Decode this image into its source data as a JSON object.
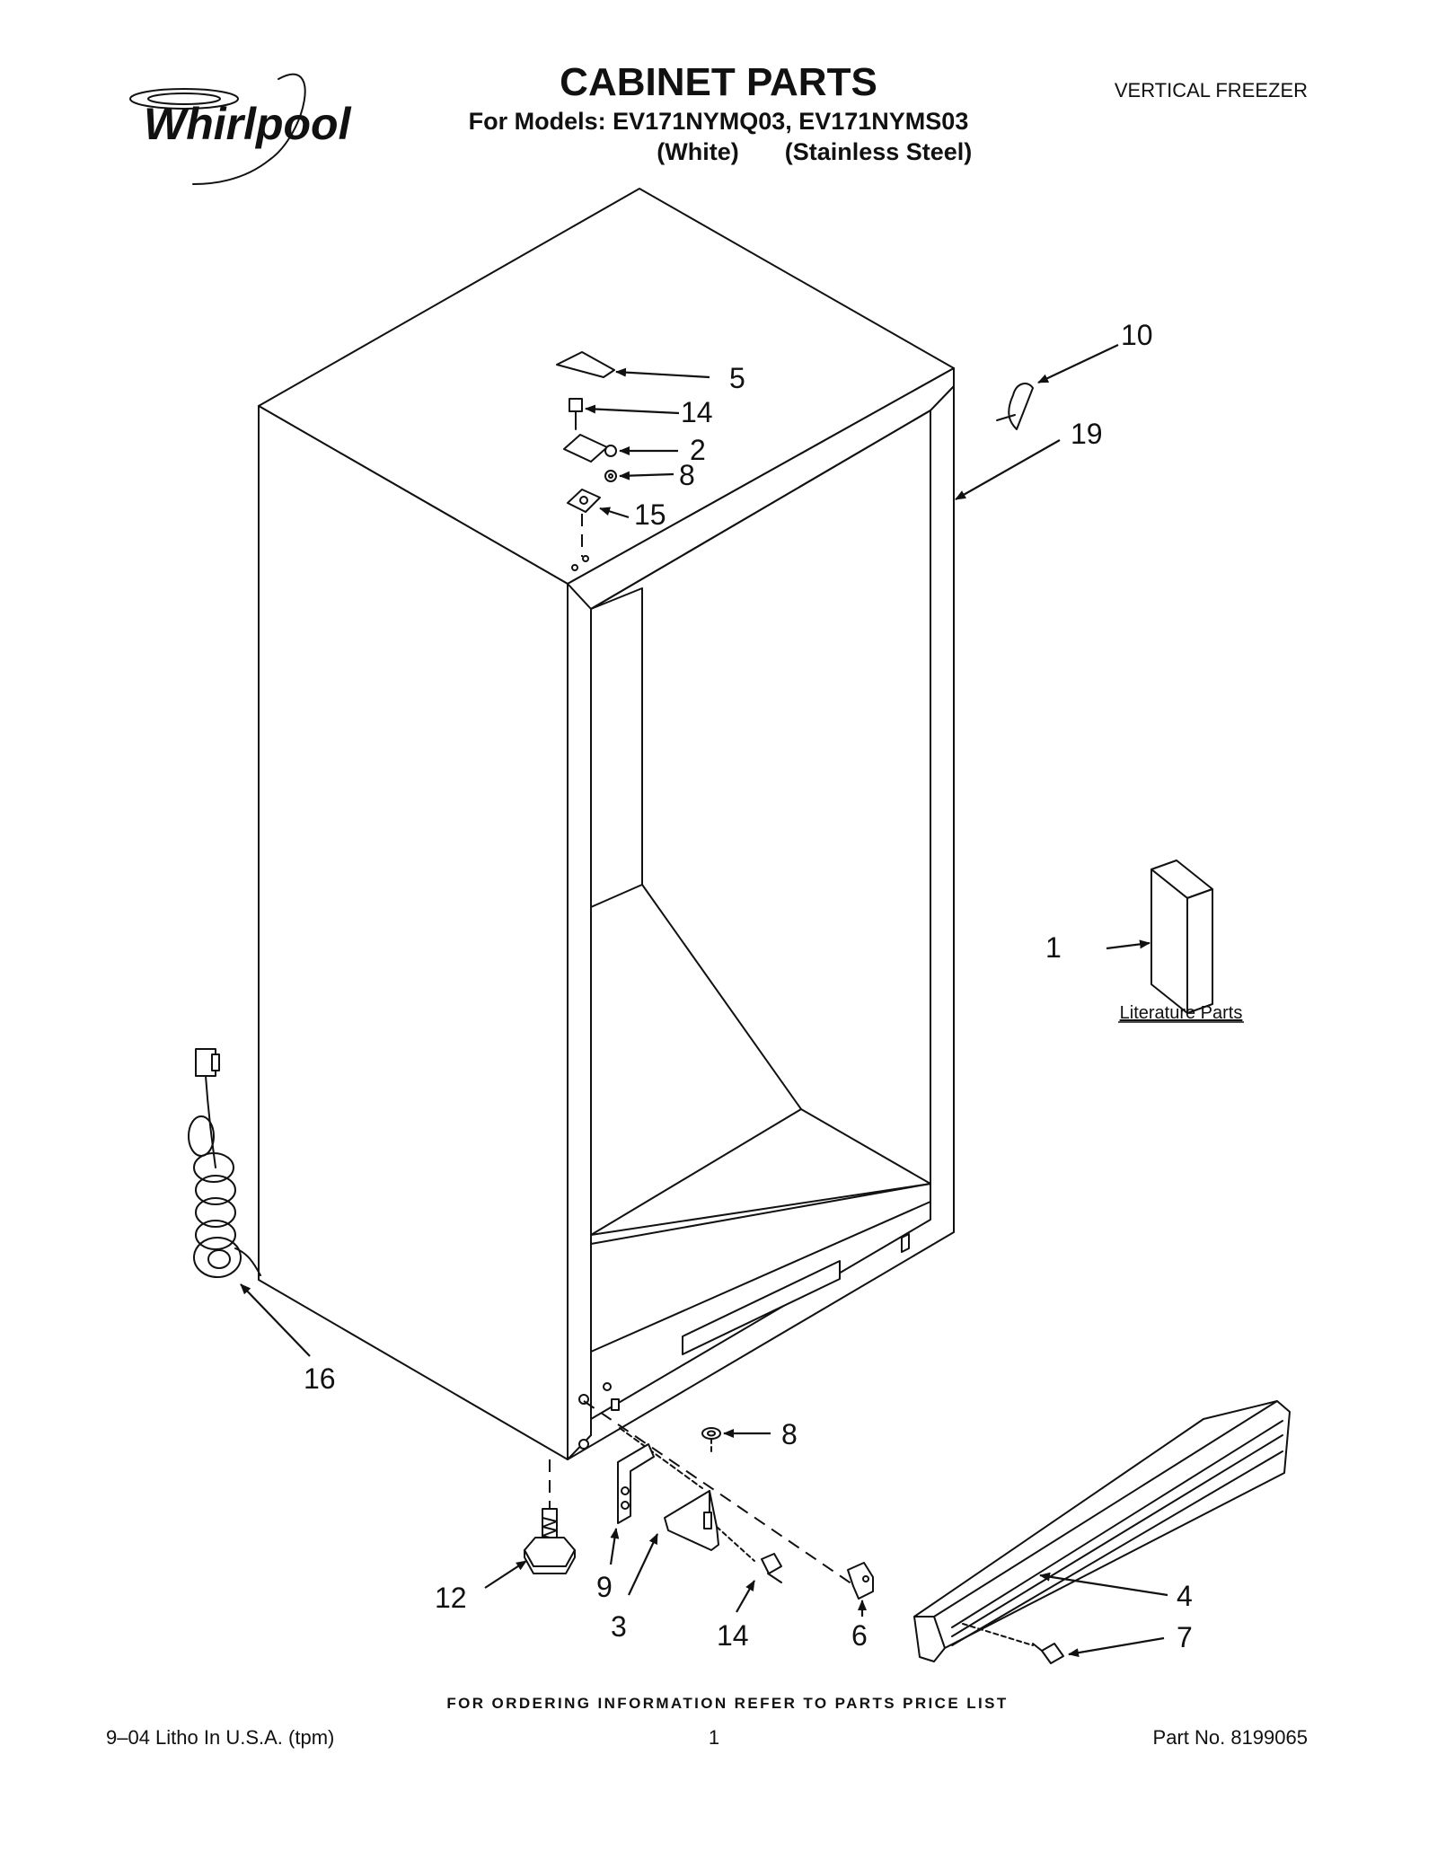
{
  "header": {
    "brand": "Whirlpool",
    "title": "CABINET PARTS",
    "models_line": "For Models: EV171NYMQ03, EV171NYMS03",
    "variant_white": "(White)",
    "variant_stainless": "(Stainless Steel)",
    "category": "VERTICAL FREEZER"
  },
  "callouts": {
    "c1": "1",
    "c2": "2",
    "c3": "3",
    "c4": "4",
    "c5": "5",
    "c6": "6",
    "c7": "7",
    "c8_top": "8",
    "c8_bottom": "8",
    "c9": "9",
    "c10": "10",
    "c12": "12",
    "c14_top": "14",
    "c14_bottom": "14",
    "c15": "15",
    "c16": "16",
    "c19": "19"
  },
  "literature_label": "Literature Parts",
  "footer": {
    "ordering": "FOR ORDERING INFORMATION REFER TO PARTS PRICE LIST",
    "litho": "9–04 Litho In U.S.A. (tpm)",
    "page": "1",
    "part_no": "Part No. 8199065"
  }
}
